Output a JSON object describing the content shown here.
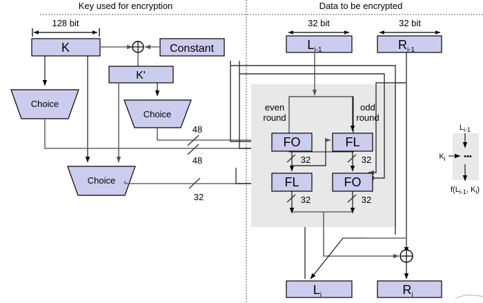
{
  "headers": {
    "left": "Key used for encryption",
    "right": "Data to be encrypted"
  },
  "dimensions": {
    "key_width": "128 bit",
    "left_half": "32 bit",
    "right_half": "32 bit"
  },
  "key_side": {
    "k_box": "K",
    "constant_box": "Constant",
    "kprime_box": "K'",
    "xor_symbol": "⊕",
    "choice_1": "Choice",
    "choice_2": "Choice",
    "choice_3": "Choice",
    "bus_labels": {
      "bus_48_top": "48",
      "bus_48_bottom": "48",
      "bus_32": "32"
    }
  },
  "data_side": {
    "left_input": {
      "base": "L",
      "sub": "i-1"
    },
    "right_input": {
      "base": "R",
      "sub": "i-1"
    },
    "left_output": {
      "base": "L",
      "sub": "i"
    },
    "right_output": {
      "base": "R",
      "sub": "i"
    },
    "round_labels": {
      "even": "even\nround",
      "even_l1": "even",
      "even_l2": "round",
      "odd_l1": "odd",
      "odd_l2": "round"
    },
    "functions": {
      "fo_even": "FO",
      "fl_odd": "FL",
      "fl_even": "FL",
      "fo_odd": "FO"
    },
    "widths": {
      "fo_even_out": "32",
      "fl_odd_out": "32",
      "fl_even_out": "32",
      "fo_odd_out": "32"
    },
    "xor_symbol": "⊕"
  },
  "legend": {
    "top": {
      "base": "L",
      "sub": "i-1"
    },
    "side": {
      "base": "K",
      "sub": "i"
    },
    "body": "•••",
    "bottom_prefix": "f(L",
    "bottom_sub1": "i-1",
    "bottom_mid": ", K",
    "bottom_sub2": "i",
    "bottom_suffix": ")"
  },
  "colors": {
    "node_fill": "#ccccee",
    "node_stroke": "#000000",
    "shade_fill": "#e8e8e8",
    "wire": "#666666"
  }
}
